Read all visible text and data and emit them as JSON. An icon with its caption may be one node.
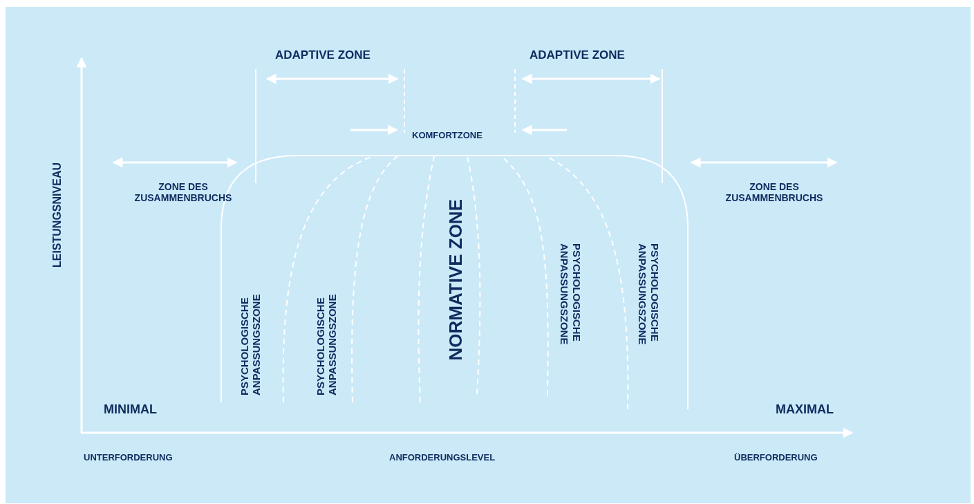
{
  "diagram": {
    "labels": [
      "ADAPTIVE ZONE",
      "ADAPTIVE ZONE",
      "KOMFORTZONE",
      "LEISTUNGSNIVEAU",
      "ZONE DES ZUSAMMENBRUCHS",
      "ZONE DES ZUSAMMENBRUCHS",
      "PSYCHOLOGISCHE ANPASSUNGSZONE",
      "PSYCHOLOGISCHE ANPASSUNGSZONE",
      "NORMATIVE ZONE",
      "PSYCHOLOGISCHE ANPASSUNGSZONE",
      "PSYCHOLOGISCHE ANPASSUNGSZONE",
      "MINIMAL",
      "MAXIMAL",
      "UNTERFORDERUNG",
      "ANFORDERUNGSLEVEL",
      "ÜBERFORDERUNG"
    ]
  }
}
